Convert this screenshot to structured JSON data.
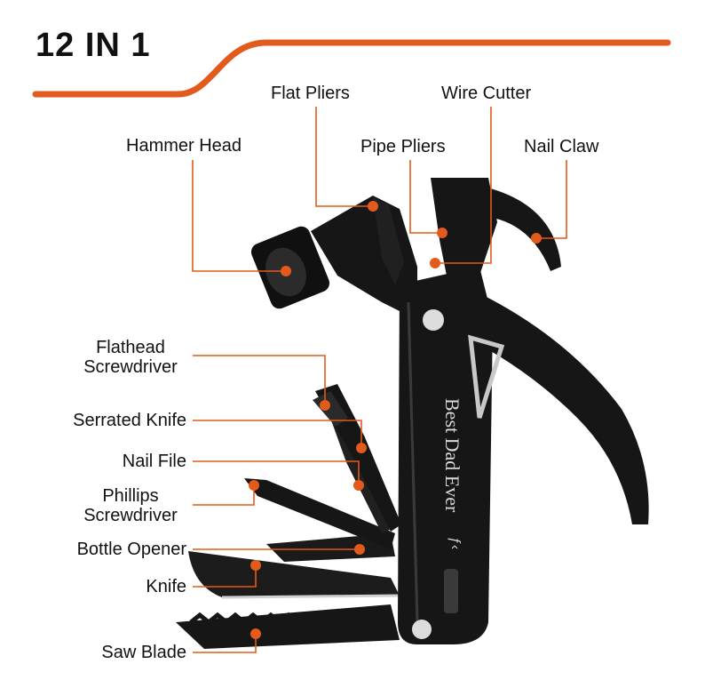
{
  "heading": "12 IN 1",
  "engraving": "Best Dad Ever",
  "handle_mark": "ƒ‹",
  "colors": {
    "accent": "#e25a1c",
    "tool_body": "#161616",
    "tool_highlight": "#3a3a3a",
    "text": "#111111"
  },
  "callouts": {
    "hammer_head": "Hammer Head",
    "flat_pliers": "Flat Pliers",
    "wire_cutter": "Wire Cutter",
    "pipe_pliers": "Pipe Pliers",
    "nail_claw": "Nail Claw",
    "flathead_line1": "Flathead",
    "flathead_line2": "Screwdriver",
    "serrated_knife": "Serrated Knife",
    "nail_file": "Nail File",
    "phillips_line1": "Phillips",
    "phillips_line2": "Screwdriver",
    "bottle_opener": "Bottle Opener",
    "knife": "Knife",
    "saw_blade": "Saw Blade"
  }
}
